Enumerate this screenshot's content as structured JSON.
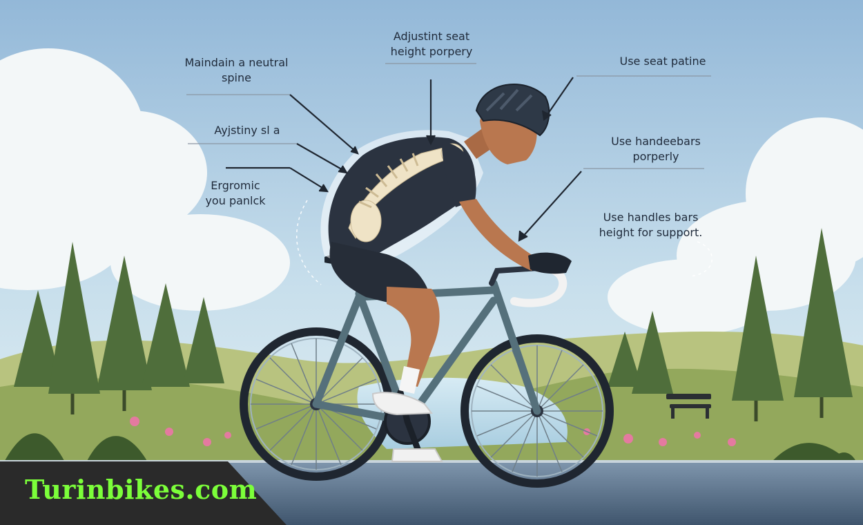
{
  "callouts": {
    "neutral_spine": "Maindain a neutral\nspine",
    "seat_height": "Adjustint seat\nheight porpery",
    "seat_patine": "Use seat patine",
    "adjusting": "Ayjstiny sl a",
    "handlebars": "Use handeebars\nporperly",
    "ergonomic": "Ergromic\nyou panlck",
    "handle_height": "Use handles bars\nheight for support."
  },
  "brand": {
    "name": "Turinbikes.com",
    "color": "#7cff3a"
  },
  "palette": {
    "sky_top": "#9fc1de",
    "sky_bottom": "#dcecf3",
    "hill": "#a9b86a",
    "tree": "#4e6d3a",
    "frame": "#4f6b75",
    "kit": "#2b3340",
    "skin": "#b9774f",
    "bone": "#efe3c6",
    "road": "#5a6f86"
  }
}
